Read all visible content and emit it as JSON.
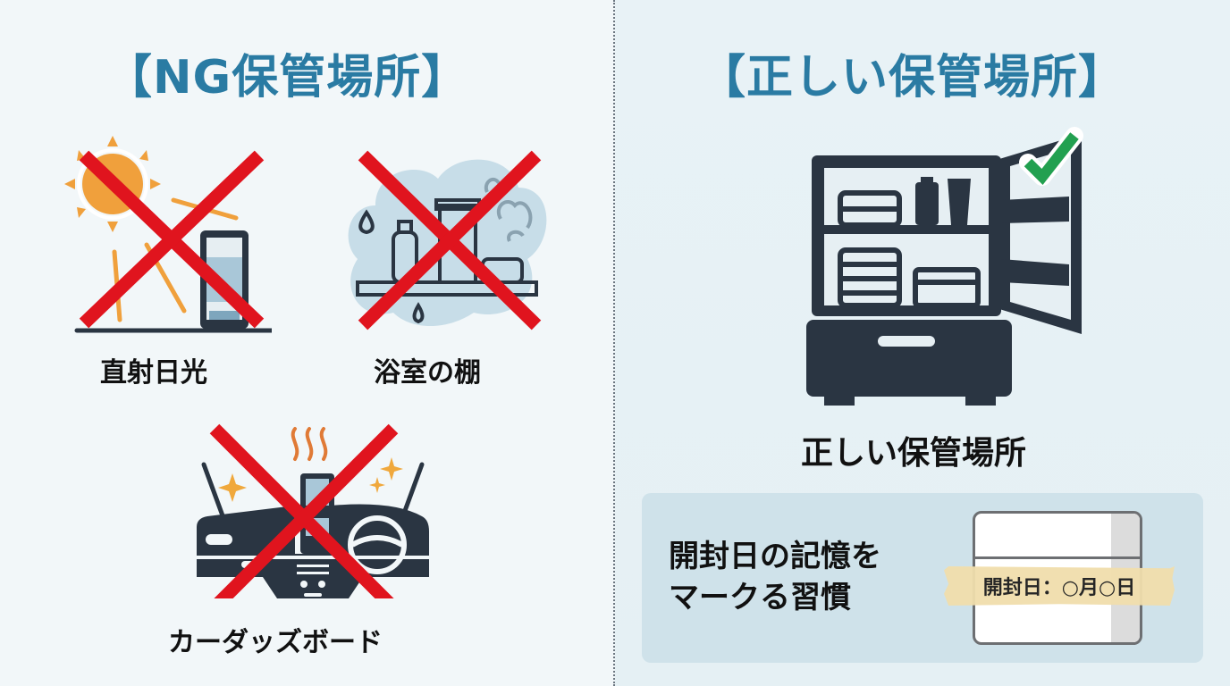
{
  "left": {
    "title": "【NG保管場所】",
    "items": [
      {
        "label": "直射日光",
        "icon": "sun-tube-icon",
        "status": "ng"
      },
      {
        "label": "浴室の棚",
        "icon": "bathroom-shelf-icon",
        "status": "ng"
      },
      {
        "label": "カーダッズボード",
        "icon": "car-dashboard-icon",
        "status": "ng"
      }
    ]
  },
  "right": {
    "title": "【正しい保管場所】",
    "main_label": "正しい保管場所",
    "main_icon": "cabinet-check-icon",
    "note": {
      "line1": "開封日の記憶を",
      "line2": "マークる習慣",
      "tape_label": "開封日：○月○日"
    }
  },
  "colors": {
    "title_blue": "#2a7ba3",
    "icon_navy": "#2a3542",
    "cross_red": "#e0141e",
    "sun_orange": "#f0a03c",
    "check_green": "#22a050",
    "note_bg": "#cfe2ea",
    "tape_yellow": "#f1deac"
  }
}
